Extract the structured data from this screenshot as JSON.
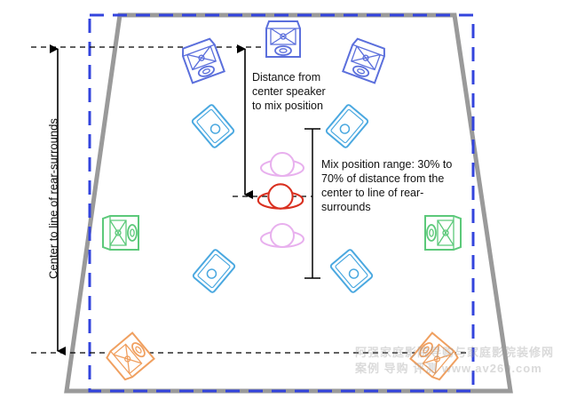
{
  "labels": {
    "distance": "Distance from center speaker to mix position",
    "range": "Mix position range: 30% to 70% of distance from the center to line of rear-surrounds",
    "center_to_rear": "Center to line of rear-surrounds"
  },
  "watermark": {
    "line1": "阿强家庭影院导购与家庭影院装修网",
    "line2": "案例 导购 评测 www.av269.com"
  },
  "colors": {
    "room": "#9a9a9a",
    "boundary": "#3344dd",
    "front_speakers": "#5b6fdc",
    "side_speakers": "#4aa8e0",
    "wide_speakers": "#5cc97a",
    "rear_speakers": "#f0a060",
    "listener_alt": "#e8b0ee",
    "listener_main": "#d93020"
  }
}
